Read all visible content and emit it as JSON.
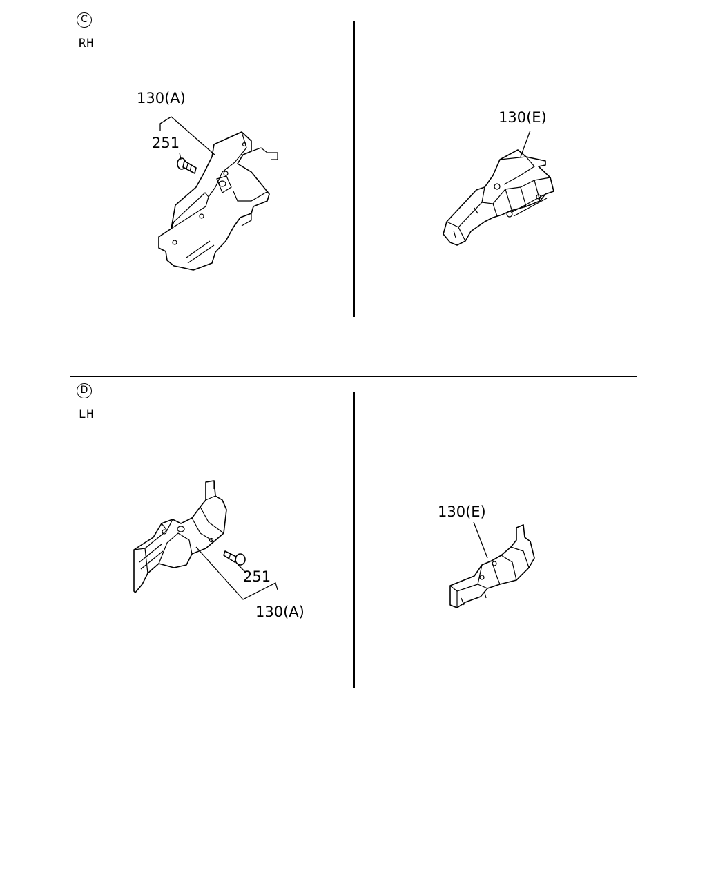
{
  "panels": [
    {
      "section": "C",
      "side": "RH",
      "left_callouts": {
        "assembly": "130(A)",
        "bolt": "251"
      },
      "right_callouts": {
        "assembly": "130(E)"
      }
    },
    {
      "section": "D",
      "side": "LH",
      "left_callouts": {
        "assembly": "130(A)",
        "bolt": "251"
      },
      "right_callouts": {
        "assembly": "130(E)"
      }
    }
  ]
}
